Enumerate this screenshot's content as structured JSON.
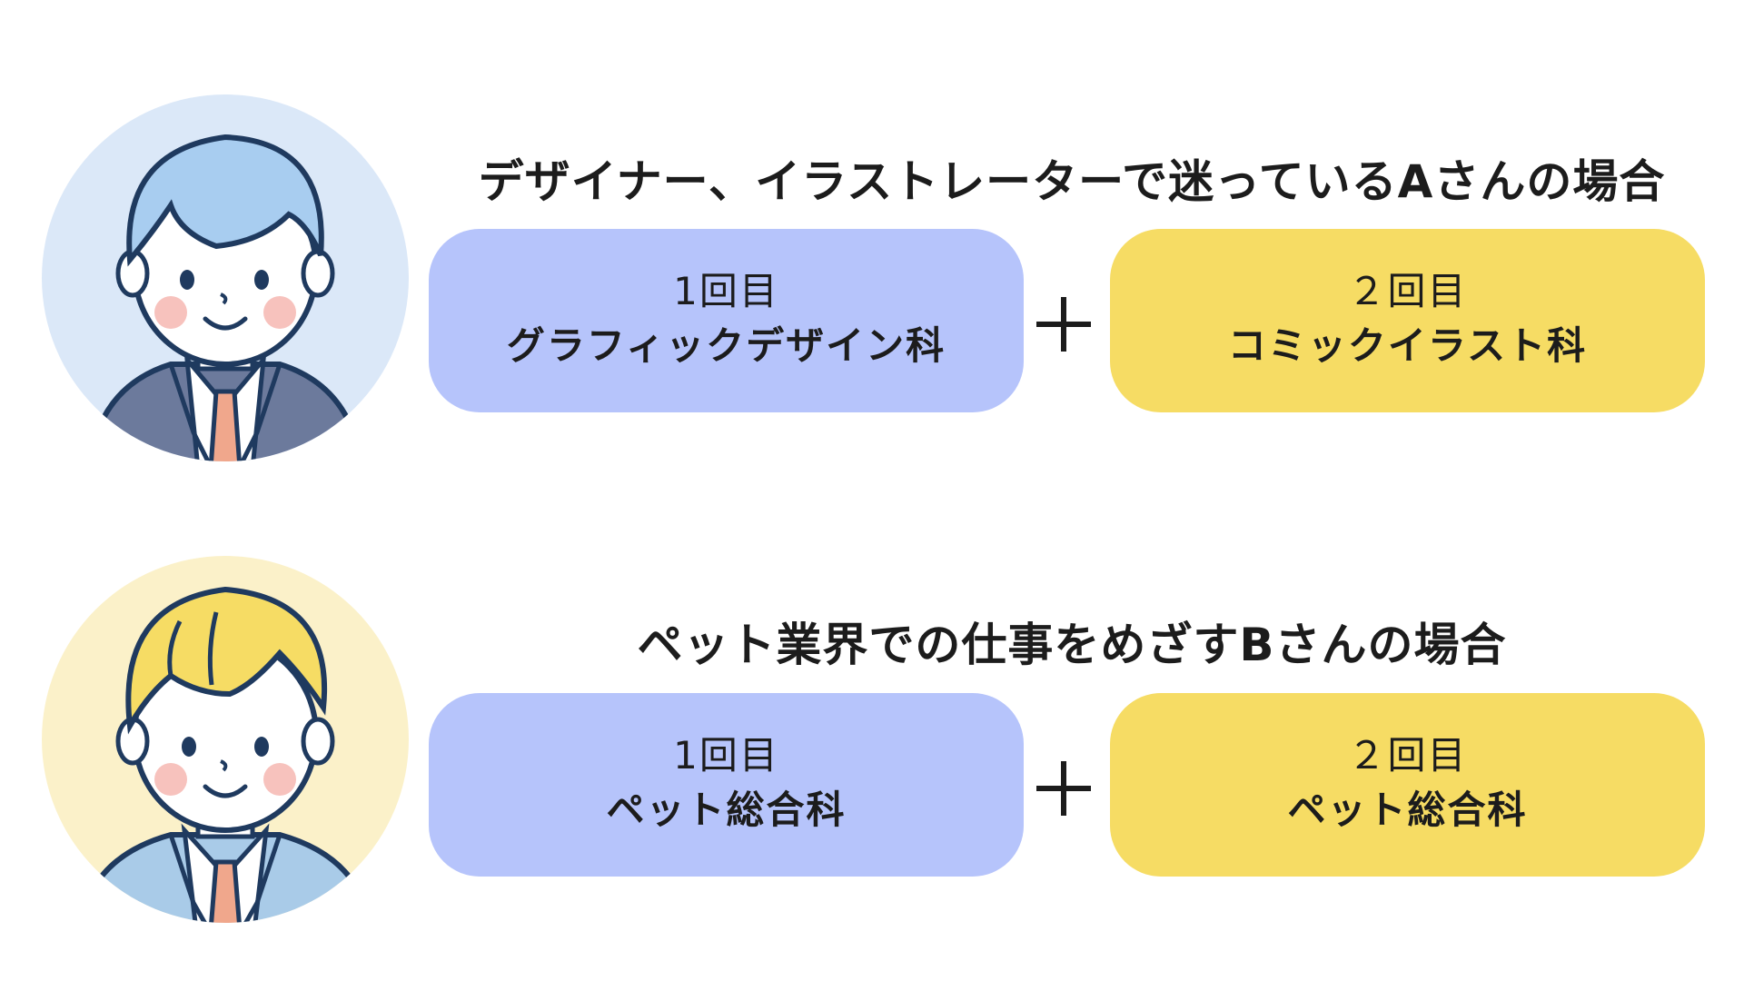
{
  "case_a": {
    "title": "デザイナー、イラストレーターで迷っているAさんの場合",
    "first": {
      "round": "1回目",
      "course": "グラフィックデザイン科"
    },
    "second": {
      "round": "２回目",
      "course": "コミックイラスト科"
    },
    "avatar_icon": "businessman-blue-hair-avatar-icon"
  },
  "case_b": {
    "title": "ペット業界での仕事をめざすBさんの場合",
    "first": {
      "round": "1回目",
      "course": "ペット総合科"
    },
    "second": {
      "round": "２回目",
      "course": "ペット総合科"
    },
    "avatar_icon": "businessman-yellow-hair-avatar-icon"
  },
  "plus_icon": "plus-icon",
  "colors": {
    "first_box": "#b6c4fb",
    "second_box": "#f6dc64",
    "avatar_a_bg": "#dbe8f8",
    "avatar_b_bg": "#fbf1c9",
    "text": "#1c1c1c"
  }
}
